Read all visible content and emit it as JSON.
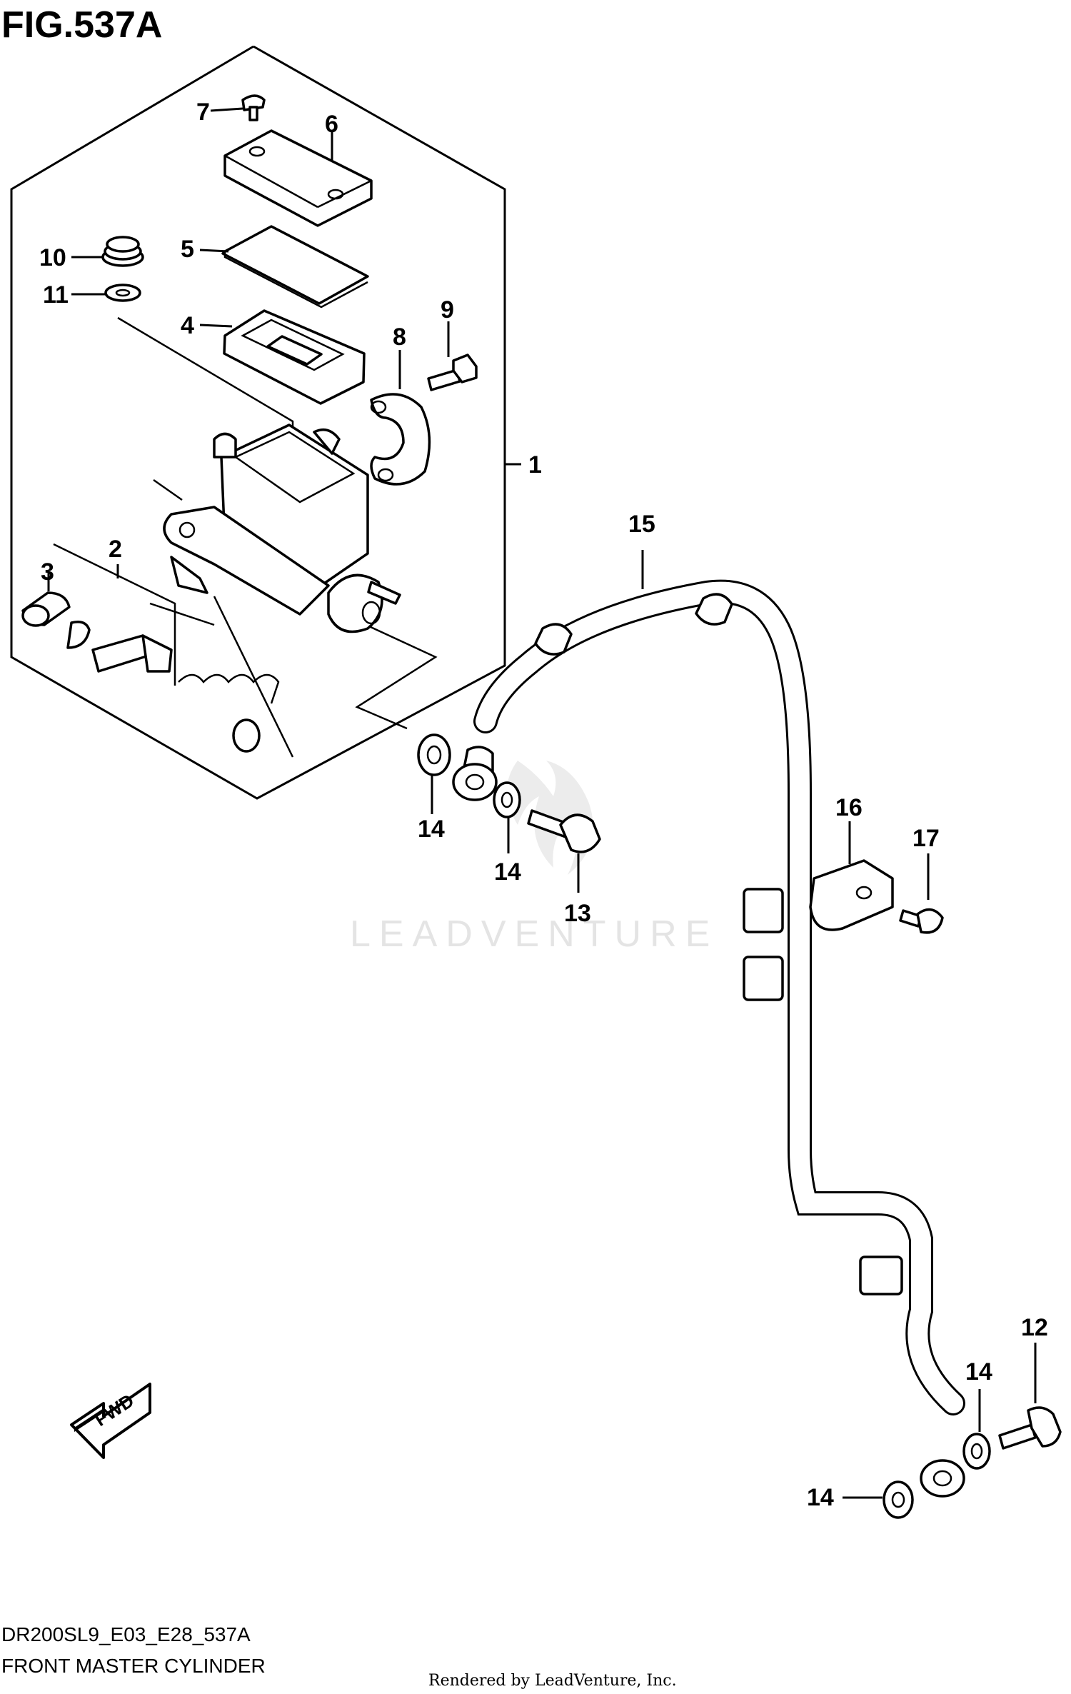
{
  "figure_title": "FIG.537A",
  "part_labels": {
    "p1": "1",
    "p2": "2",
    "p3": "3",
    "p4": "4",
    "p5": "5",
    "p6": "6",
    "p7": "7",
    "p8": "8",
    "p9": "9",
    "p10": "10",
    "p11": "11",
    "p12": "12",
    "p13": "13",
    "p14a": "14",
    "p14b": "14",
    "p14c": "14",
    "p14d": "14",
    "p15": "15",
    "p16": "16",
    "p17": "17"
  },
  "direction_arrow_label": "FWD",
  "watermark": "LEADVENTURE",
  "diagram_code": "DR200SL9_E03_E28_537A",
  "caption": "FRONT MASTER CYLINDER",
  "footer": "Rendered by LeadVenture, Inc."
}
